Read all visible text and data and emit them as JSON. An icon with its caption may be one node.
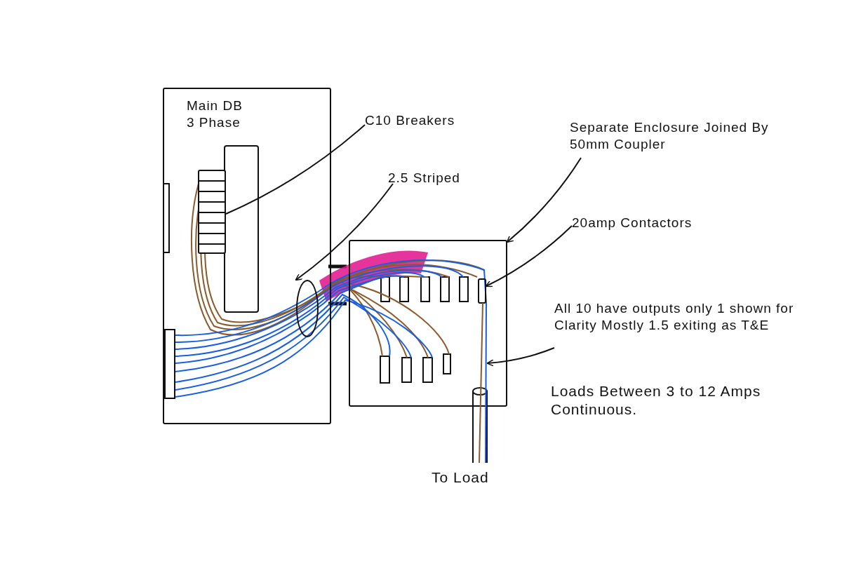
{
  "diagram": {
    "nodes": [
      {
        "text": [
          "Main DB 3 Phase"
        ]
      },
      {
        "text": [],
        "shape": "box",
        "in": 0
      },
      {
        "text": [
          "C10 Breakers"
        ]
      },
      {
        "text": [],
        "shape": "circle",
        "in": 0
      },
      {
        "text": [
          "2.5 Striped"
        ]
      },
      {
        "text": [],
        "shape": "box"
      },
      {
        "text": [
          "Separate Enclosure Joined By 50mm Coupler"
        ]
      },
      {
        "text": [],
        "shape": "box",
        "in": 5
      },
      {
        "text": [
          "20amp Contactors"
        ]
      },
      {
        "text": [
          "All 10 have outputs only 1 shown for Clarity Mostly 1.5 exiting as T&E"
        ]
      },
      {
        "text": [],
        "shape": "cable",
        "beside": [
          "To Load"
        ]
      }
    ],
    "edges": [
      {
        "from": 2,
        "to": 1,
        "arrow": "none"
      },
      {
        "from": 4,
        "to": 3,
        "arrow": "to"
      },
      {
        "from": 6,
        "to": 5,
        "arrow": "to"
      },
      {
        "from": 8,
        "to": 7,
        "arrow": "to"
      },
      {
        "from": 9,
        "to": 10,
        "arrow": "to"
      }
    ],
    "labels": [
      "Loads Between 3 to 12 Amps Continuous."
    ]
  }
}
